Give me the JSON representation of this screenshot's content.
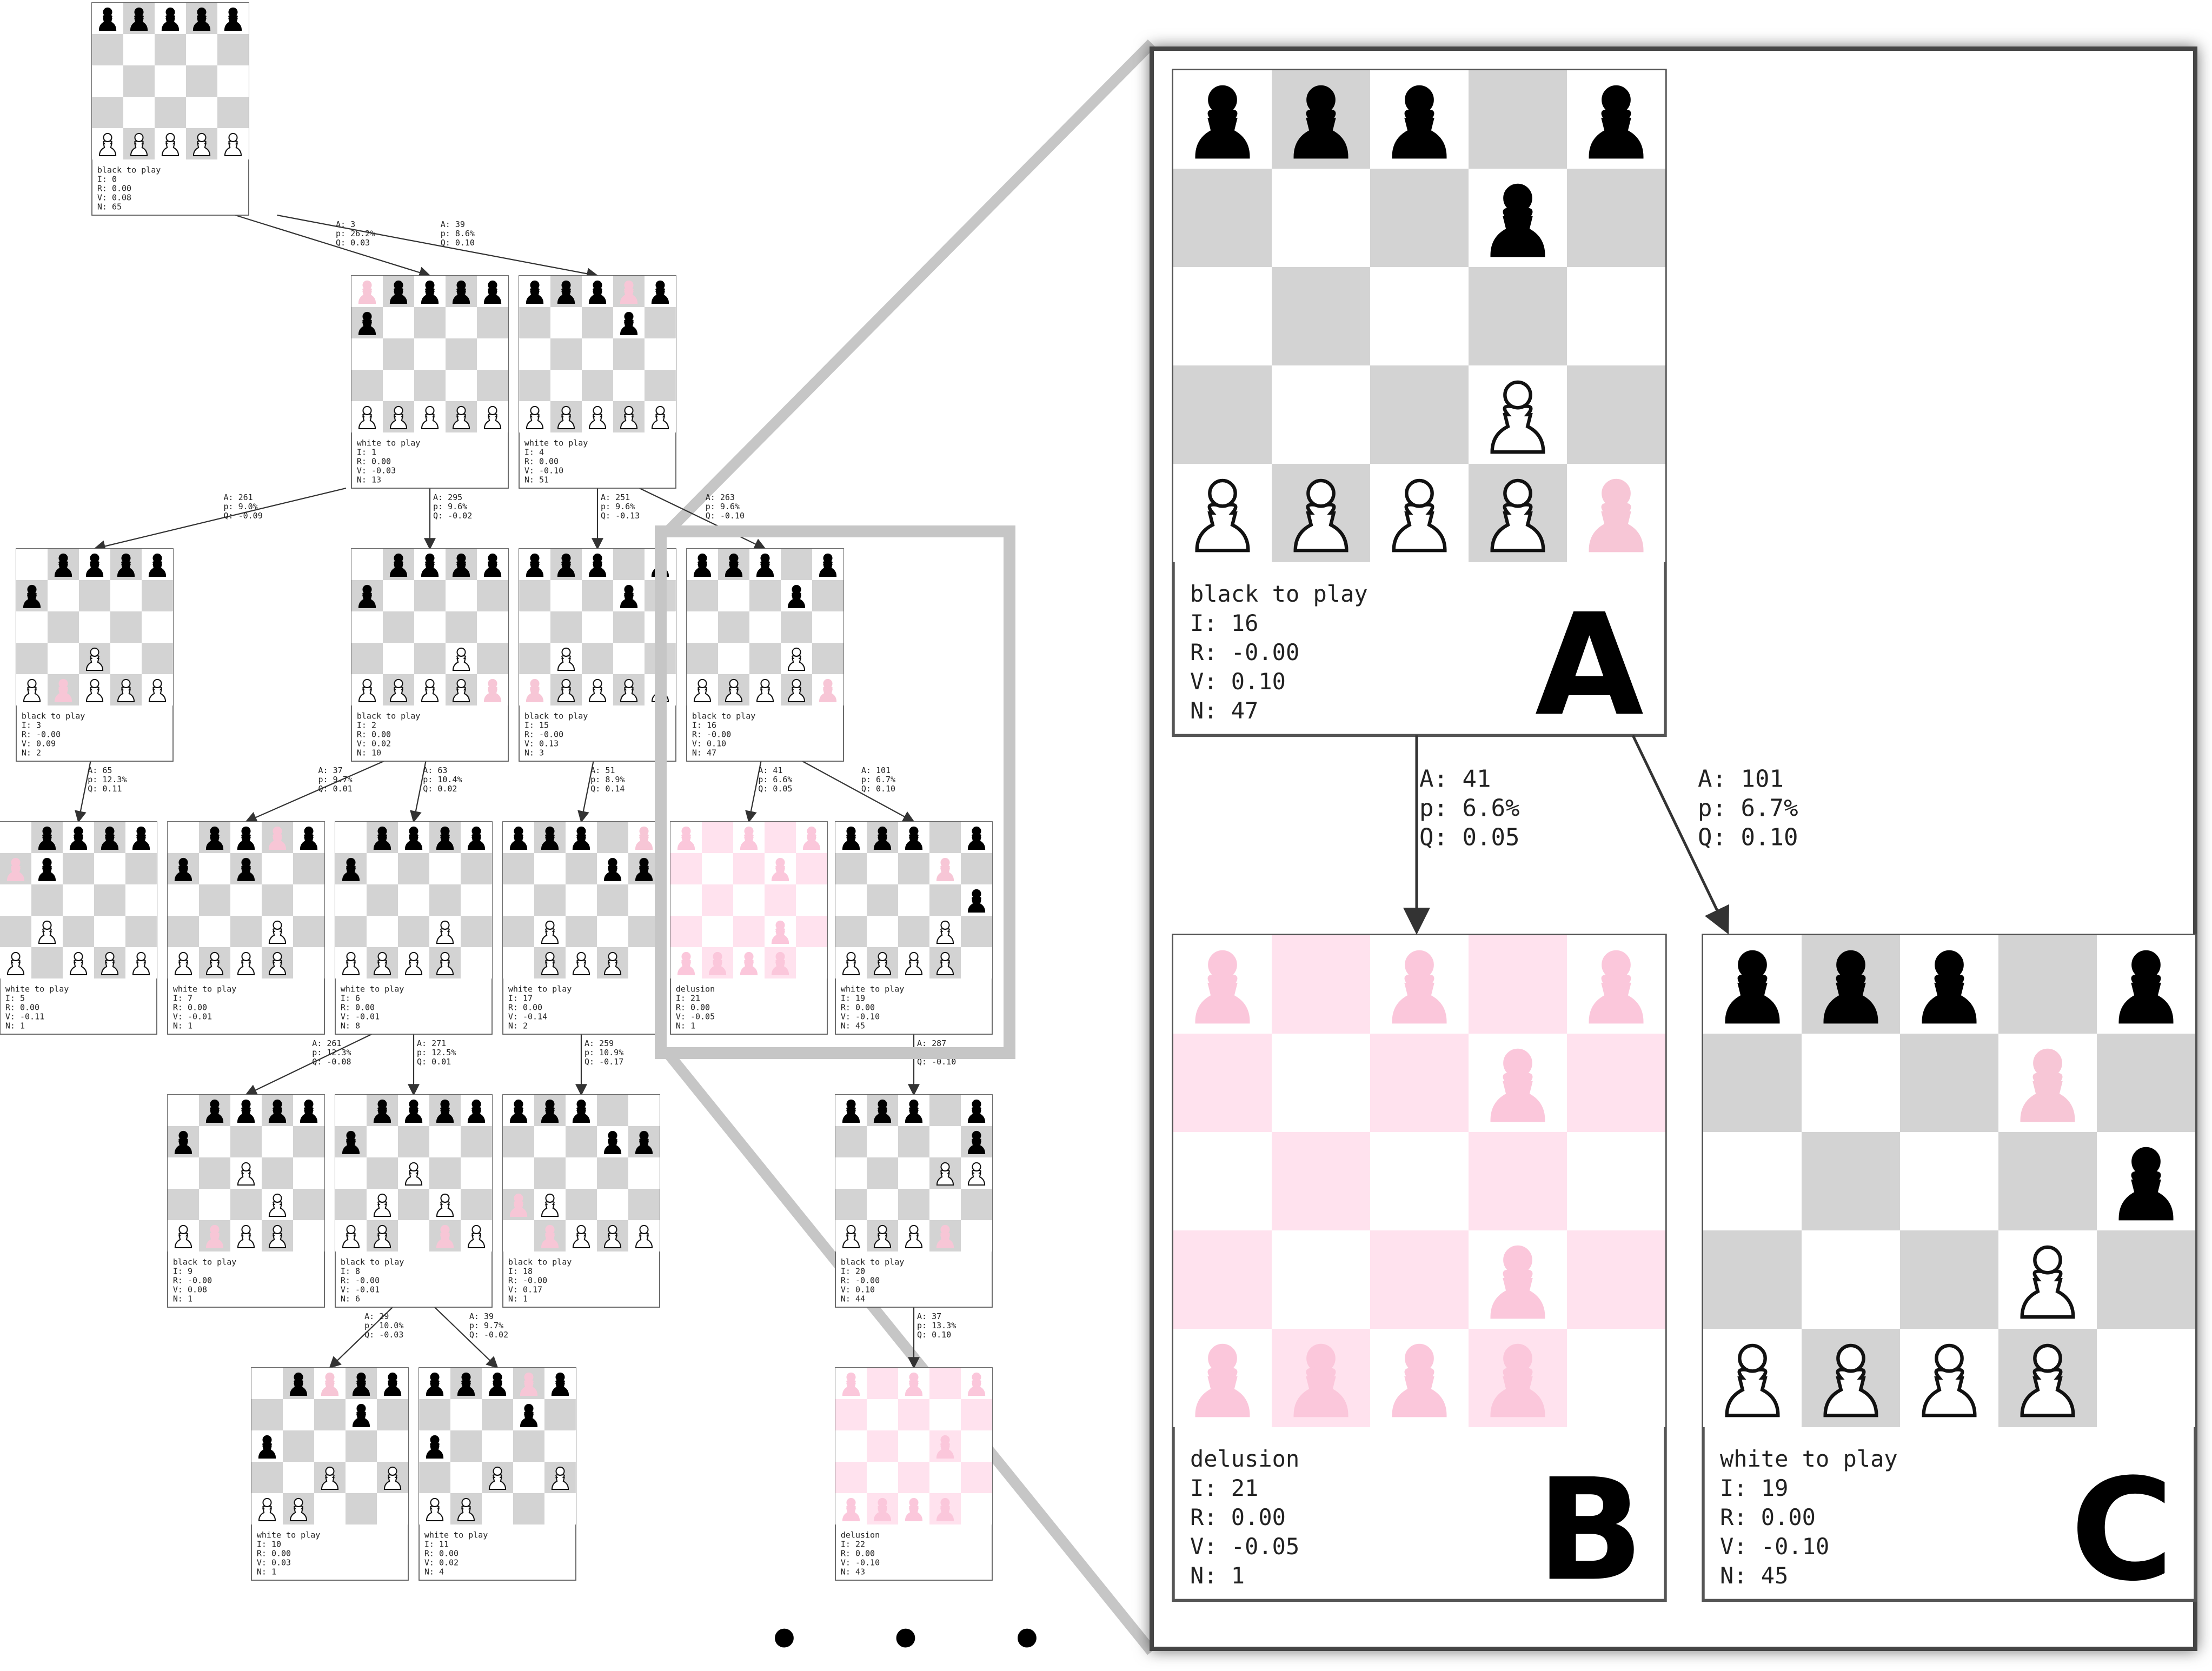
{
  "tree": {
    "nodes": [
      {
        "id": "n0",
        "board": [
          "bbbbb",
          ".....",
          ".....",
          ".....",
          "wwwww"
        ],
        "lines": [
          "black to play",
          "I: 0",
          "R: 0.00",
          "V: 0.08",
          "N: 65"
        ]
      },
      {
        "id": "n1",
        "board": [
          "pbbbb",
          "b....",
          ".....",
          ".....",
          "wwwww"
        ],
        "lines": [
          "white to play",
          "I: 1",
          "R: 0.00",
          "V: -0.03",
          "N: 13"
        ]
      },
      {
        "id": "n2",
        "board": [
          "bbbpb",
          "...b.",
          ".....",
          ".....",
          "wwwww"
        ],
        "lines": [
          "white to play",
          "I: 4",
          "R: 0.00",
          "V: -0.10",
          "N: 51"
        ]
      },
      {
        "id": "n3",
        "board": [
          ".bbbb",
          "b....",
          ".....",
          "..w..",
          "wpwww"
        ],
        "lines": [
          "black to play",
          "I: 3",
          "R: -0.00",
          "V: 0.09",
          "N: 2"
        ]
      },
      {
        "id": "n4",
        "board": [
          ".bbbb",
          "b....",
          ".....",
          "...w.",
          "wwwwp"
        ],
        "lines": [
          "black to play",
          "I: 2",
          "R: 0.00",
          "V: 0.02",
          "N: 10"
        ]
      },
      {
        "id": "n5",
        "board": [
          "bbb.b",
          "...b.",
          ".....",
          ".w...",
          "pwwww"
        ],
        "lines": [
          "black to play",
          "I: 15",
          "R: -0.00",
          "V: 0.13",
          "N: 3"
        ]
      },
      {
        "id": "n6",
        "board": [
          "bbb.b",
          "...b.",
          ".....",
          "...w.",
          "wwwwp"
        ],
        "lines": [
          "black to play",
          "I: 16",
          "R: -0.00",
          "V: 0.10",
          "N: 47"
        ]
      },
      {
        "id": "n7",
        "board": [
          ".bbbb",
          "pb...",
          ".....",
          ".w...",
          "w.www"
        ],
        "lines": [
          "white to play",
          "I: 5",
          "R: 0.00",
          "V: -0.11",
          "N: 1"
        ]
      },
      {
        "id": "n8",
        "board": [
          ".bbpb",
          "b.b..",
          ".....",
          "...w.",
          "wwww."
        ],
        "lines": [
          "white to play",
          "I: 7",
          "R: 0.00",
          "V: -0.01",
          "N: 1"
        ]
      },
      {
        "id": "n9",
        "board": [
          ".bbbb",
          "b....",
          ".....",
          "...w.",
          "wwww."
        ],
        "lines": [
          "white to play",
          "I: 6",
          "R: 0.00",
          "V: -0.01",
          "N: 8"
        ]
      },
      {
        "id": "n10",
        "board": [
          "bbb.p",
          "...bb",
          ".....",
          ".w...",
          ".www."
        ],
        "lines": [
          "white to play",
          "I: 17",
          "R: 0.00",
          "V: -0.14",
          "N: 2"
        ]
      },
      {
        "id": "n11",
        "delusion": true,
        "board": [
          "p.p.p",
          "...p.",
          ".....",
          "...p.",
          "pppp."
        ],
        "lines": [
          "delusion",
          "I: 21",
          "R: 0.00",
          "V: -0.05",
          "N: 1"
        ]
      },
      {
        "id": "n12",
        "board": [
          "bbb.b",
          "...p.",
          "....b",
          "...w.",
          "wwww."
        ],
        "lines": [
          "white to play",
          "I: 19",
          "R: 0.00",
          "V: -0.10",
          "N: 45"
        ]
      },
      {
        "id": "n13",
        "board": [
          ".bbbb",
          "b....",
          "..w..",
          "...w.",
          "wpww."
        ],
        "lines": [
          "black to play",
          "I: 9",
          "R: -0.00",
          "V: 0.08",
          "N: 1"
        ]
      },
      {
        "id": "n14",
        "board": [
          ".bbbb",
          "b....",
          "..w..",
          ".w.w.",
          "ww.pw"
        ],
        "lines": [
          "black to play",
          "I: 8",
          "R: -0.00",
          "V: -0.01",
          "N: 6"
        ]
      },
      {
        "id": "n15",
        "board": [
          "bbb..",
          "...bb",
          ".....",
          "pw...",
          ".pwww"
        ],
        "lines": [
          "black to play",
          "I: 18",
          "R: -0.00",
          "V: 0.17",
          "N: 1"
        ]
      },
      {
        "id": "n16",
        "board": [
          "bbb.b",
          "....b",
          "...ww",
          ".....",
          "wwwp."
        ],
        "lines": [
          "black to play",
          "I: 20",
          "R: -0.00",
          "V: 0.10",
          "N: 44"
        ]
      },
      {
        "id": "n17",
        "board": [
          ".bpbb",
          "...b.",
          "b....",
          "..w.w",
          "ww..."
        ],
        "lines": [
          "white to play",
          "I: 10",
          "R: 0.00",
          "V: 0.03",
          "N: 1"
        ]
      },
      {
        "id": "n18",
        "board": [
          "bbbpb",
          "...b.",
          "b....",
          "..w.w",
          "ww..."
        ],
        "lines": [
          "white to play",
          "I: 11",
          "R: 0.00",
          "V: 0.02",
          "N: 4"
        ]
      },
      {
        "id": "n19",
        "delusion": true,
        "board": [
          "p.p.p",
          ".....",
          "...p.",
          ".....",
          "pppp."
        ],
        "lines": [
          "delusion",
          "I: 22",
          "R: 0.00",
          "V: -0.10",
          "N: 43"
        ]
      }
    ],
    "edges": [
      {
        "from": "n0",
        "to": "n1",
        "label": [
          "A: 3",
          "p: 26.2%",
          "Q: 0.03"
        ]
      },
      {
        "from": "n0",
        "to": "n2",
        "label": [
          "A: 39",
          "p: 8.6%",
          "Q: 0.10"
        ]
      },
      {
        "from": "n1",
        "to": "n3",
        "label": [
          "A: 261",
          "p: 9.0%",
          "Q: -0.09"
        ]
      },
      {
        "from": "n1",
        "to": "n4",
        "label": [
          "A: 295",
          "p: 9.6%",
          "Q: -0.02"
        ]
      },
      {
        "from": "n2",
        "to": "n5",
        "label": [
          "A: 251",
          "p: 9.6%",
          "Q: -0.13"
        ]
      },
      {
        "from": "n2",
        "to": "n6",
        "label": [
          "A: 263",
          "p: 9.6%",
          "Q: -0.10"
        ]
      },
      {
        "from": "n3",
        "to": "n7",
        "label": [
          "A: 65",
          "p: 12.3%",
          "Q: 0.11"
        ]
      },
      {
        "from": "n4",
        "to": "n8",
        "label": [
          "A: 37",
          "p: 9.7%",
          "Q: 0.01"
        ]
      },
      {
        "from": "n4",
        "to": "n9",
        "label": [
          "A: 63",
          "p: 10.4%",
          "Q: 0.02"
        ]
      },
      {
        "from": "n5",
        "to": "n10",
        "label": [
          "A: 51",
          "p: 8.9%",
          "Q: 0.14"
        ]
      },
      {
        "from": "n6",
        "to": "n11",
        "label": [
          "A: 41",
          "p: 6.6%",
          "Q: 0.05"
        ]
      },
      {
        "from": "n6",
        "to": "n12",
        "label": [
          "A: 101",
          "p: 6.7%",
          "Q: 0.10"
        ]
      },
      {
        "from": "n9",
        "to": "n13",
        "label": [
          "A: 261",
          "p: 12.3%",
          "Q: -0.08"
        ]
      },
      {
        "from": "n9",
        "to": "n14",
        "label": [
          "A: 271",
          "p: 12.5%",
          "Q: 0.01"
        ]
      },
      {
        "from": "n10",
        "to": "n15",
        "label": [
          "A: 259",
          "p: 10.9%",
          "Q: -0.17"
        ]
      },
      {
        "from": "n12",
        "to": "n16",
        "label": [
          "A: 287",
          "p: 11.6%",
          "Q: -0.10"
        ]
      },
      {
        "from": "n14",
        "to": "n17",
        "label": [
          "A: 29",
          "p: 10.0%",
          "Q: -0.03"
        ]
      },
      {
        "from": "n14",
        "to": "n18",
        "label": [
          "A: 39",
          "p: 9.7%",
          "Q: -0.02"
        ]
      },
      {
        "from": "n16",
        "to": "n19",
        "label": [
          "A: 37",
          "p: 13.3%",
          "Q: 0.10"
        ]
      }
    ],
    "ellipsis": "• • •"
  },
  "zoom": {
    "source_node": "n6",
    "panels": [
      {
        "letter": "A",
        "node": "n6"
      },
      {
        "letter": "B",
        "node": "n11"
      },
      {
        "letter": "C",
        "node": "n12"
      }
    ]
  },
  "colors": {
    "grid_dark": "#d3d3d3",
    "grid_light": "#ffffff",
    "delusion_tint": "#ffe2ee",
    "delusion_piece": "#fbc7db",
    "ghost_piece": "#f7c6d6",
    "frame": "#c6c6c6",
    "zoom_border": "#444444"
  }
}
